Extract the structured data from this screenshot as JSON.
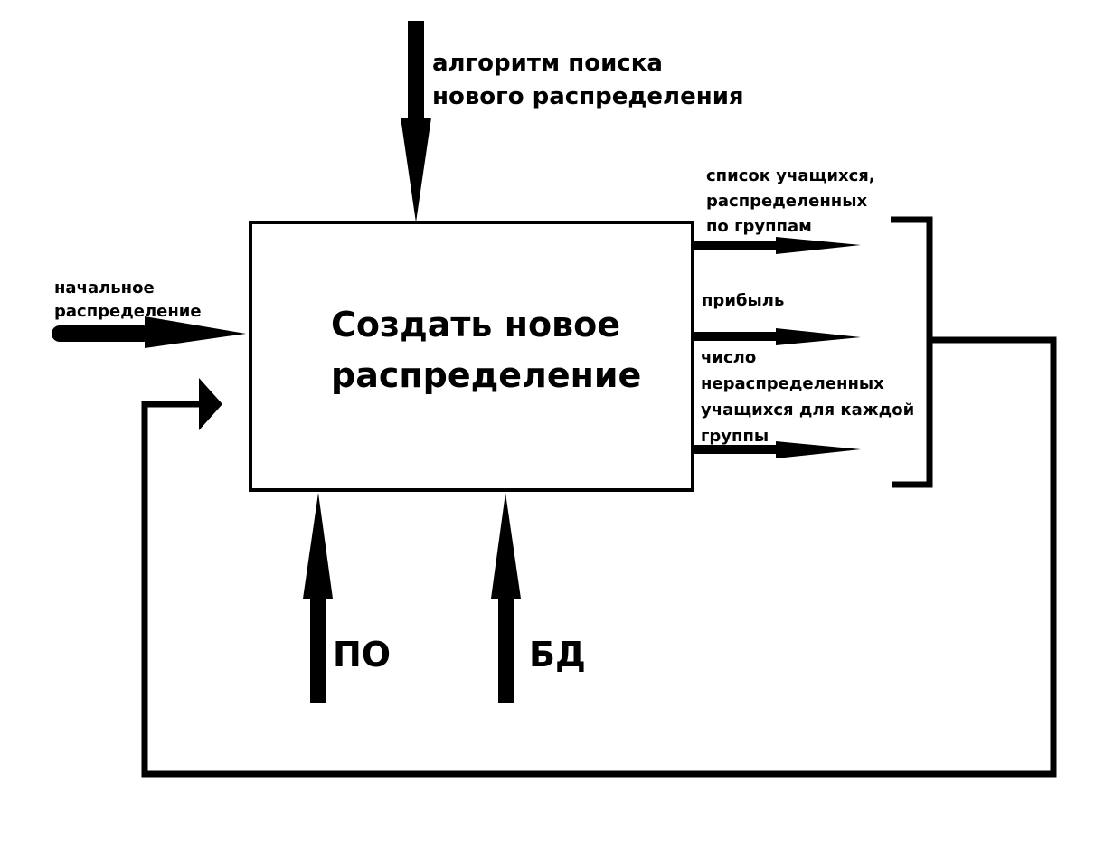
{
  "diagram": {
    "function_box": {
      "title": "Создать новое\nраспределение"
    },
    "control": {
      "label": "алгоритм поиска\nнового распределения"
    },
    "input": {
      "label": "начальное\nраспределение"
    },
    "outputs": [
      {
        "label": "список учащихся,\nраспределенных\nпо группам"
      },
      {
        "label": "прибыль"
      },
      {
        "label": "число\nнераспределенных\nучащихся для каждой\nгруппы"
      }
    ],
    "mechanisms": [
      {
        "label": "ПО"
      },
      {
        "label": "БД"
      }
    ],
    "colors": {
      "stroke": "#000000",
      "background": "#ffffff"
    }
  }
}
